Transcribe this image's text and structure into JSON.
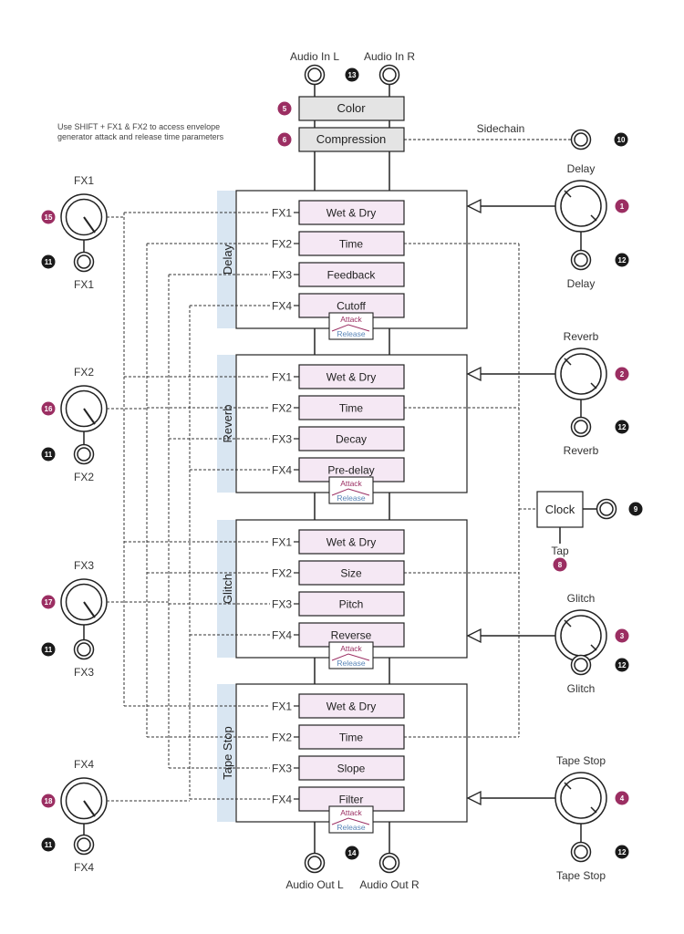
{
  "top": {
    "audio_in_l": "Audio In L",
    "audio_in_r": "Audio In R",
    "color": "Color",
    "compression": "Compression",
    "sidechain": "Sidechain"
  },
  "bottom": {
    "audio_out_l": "Audio Out L",
    "audio_out_r": "Audio Out R"
  },
  "note": {
    "line1": "Use SHIFT + FX1 & FX2 to access envelope",
    "line2": "generator attack and release time parameters"
  },
  "envelope": {
    "attack": "Attack",
    "release": "Release"
  },
  "modules": [
    {
      "name": "Delay",
      "knob": "Delay",
      "params": [
        "Wet & Dry",
        "Time",
        "Feedback",
        "Cutoff"
      ],
      "ports": [
        "FX1",
        "FX2",
        "FX3",
        "FX4"
      ]
    },
    {
      "name": "Reverb",
      "knob": "Reverb",
      "params": [
        "Wet & Dry",
        "Time",
        "Decay",
        "Pre-delay"
      ],
      "ports": [
        "FX1",
        "FX2",
        "FX3",
        "FX4"
      ]
    },
    {
      "name": "Glitch",
      "knob": "Glitch",
      "params": [
        "Wet & Dry",
        "Size",
        "Pitch",
        "Reverse"
      ],
      "ports": [
        "FX1",
        "FX2",
        "FX3",
        "FX4"
      ]
    },
    {
      "name": "Tape Stop",
      "knob": "Tape Stop",
      "params": [
        "Wet & Dry",
        "Time",
        "Slope",
        "Filter"
      ],
      "ports": [
        "FX1",
        "FX2",
        "FX3",
        "FX4"
      ]
    }
  ],
  "fx_knobs": [
    {
      "top": "FX1",
      "bottom": "FX1",
      "badge": "15"
    },
    {
      "top": "FX2",
      "bottom": "FX2",
      "badge": "16"
    },
    {
      "top": "FX3",
      "bottom": "FX3",
      "badge": "17"
    },
    {
      "top": "FX4",
      "bottom": "FX4",
      "badge": "18"
    }
  ],
  "right_badges": [
    "1",
    "2",
    "3",
    "4"
  ],
  "clock": {
    "label": "Clock",
    "tap": "Tap"
  },
  "badges": {
    "audio_in": "13",
    "audio_out": "14",
    "color": "5",
    "compression": "6",
    "sidechain": "10",
    "fx_jack": "11",
    "mod_jack": "12",
    "clock_jack": "9",
    "tap": "8"
  },
  "colors": {
    "badge_pink": "#9b2e62",
    "badge_black": "#1a1a1a",
    "param_fill": "#f5e8f4",
    "tab_fill": "#d9e6f2",
    "gray_fill": "#e4e4e4",
    "attack": "#9b2e62",
    "release": "#5a86b8"
  }
}
